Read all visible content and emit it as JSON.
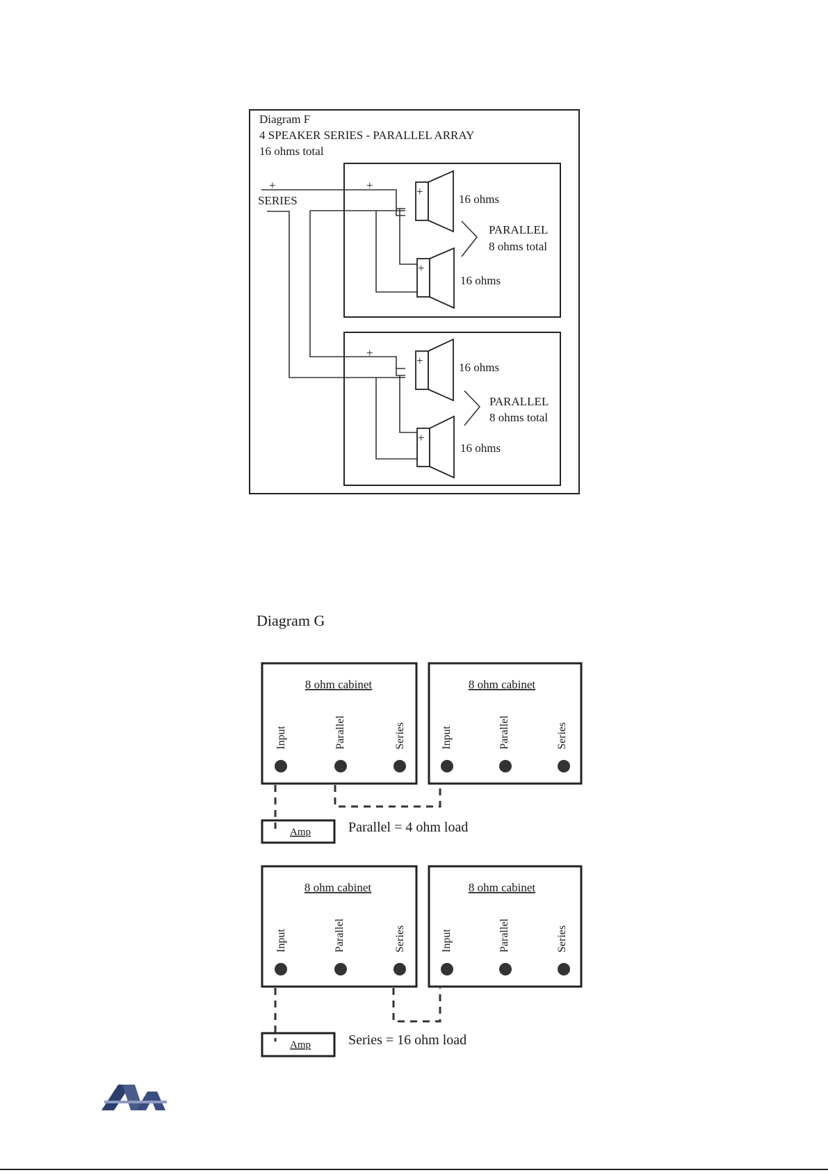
{
  "diagram_f": {
    "title": "Diagram F",
    "subtitle": "4 SPEAKER SERIES - PARALLEL ARRAY",
    "total": "16 ohms total",
    "plus": "+",
    "series_label": "SERIES",
    "cab_a": {
      "speaker_top": "16 ohms",
      "speaker_bottom": "16 ohms",
      "parallel_label": "PARALLEL",
      "parallel_total": "8 ohms total"
    },
    "cab_b": {
      "speaker_top": "16 ohms",
      "speaker_bottom": "16 ohms",
      "parallel_label": "PARALLEL",
      "parallel_total": "8 ohms total"
    }
  },
  "diagram_g": {
    "title": "Diagram G",
    "cabinet_label": "8 ohm cabinet",
    "jacks": [
      "Input",
      "Parallel",
      "Series"
    ],
    "amp_label": "Amp",
    "parallel_caption": "Parallel = 4 ohm load",
    "series_caption": "Series =  16 ohm load"
  },
  "logo": {
    "text": "ADA"
  },
  "colors": {
    "ink": "#222222",
    "logo_blue": "#2b3e6e"
  }
}
